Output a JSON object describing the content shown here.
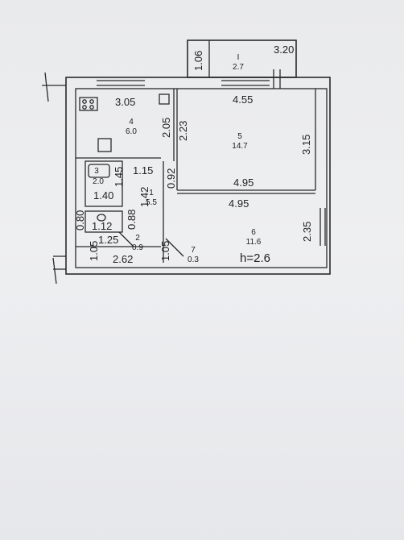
{
  "plan": {
    "ceiling_height": "h=2.6",
    "rooms": [
      {
        "number": "I",
        "area": "2.7"
      },
      {
        "number": "2",
        "area": "0.9"
      },
      {
        "number": "3",
        "area": "2.0"
      },
      {
        "number": "4",
        "area": "6.0"
      },
      {
        "number": "5",
        "area": "14.7"
      },
      {
        "number": "6",
        "area": "11.6"
      },
      {
        "number": "7",
        "area": "0.3"
      },
      {
        "number": "1",
        "area": "5.5"
      }
    ],
    "dimensions": {
      "balcony_width": "3.20",
      "balcony_depth": "1.06",
      "kitchen_width": "3.05",
      "kitchen_depth": "2.05",
      "room5_width_top": "4.55",
      "room5_depth_left": "2.23",
      "room5_depth_right": "3.15",
      "room5_width_bottom": "4.95",
      "room6_width": "4.95",
      "room6_depth": "2.35",
      "corridor_width": "1.15",
      "corridor_depth": "1.42",
      "corridor_wall": "0.92",
      "bath_height": "1.45",
      "bath_width": "1.40",
      "wc_width": "1.12",
      "wc_height": "0.88",
      "left_wall": "0.80",
      "hall_width": "1.25",
      "hall_height_left": "1.05",
      "hall_height_right": "1.05",
      "bottom_width": "2.62"
    }
  }
}
